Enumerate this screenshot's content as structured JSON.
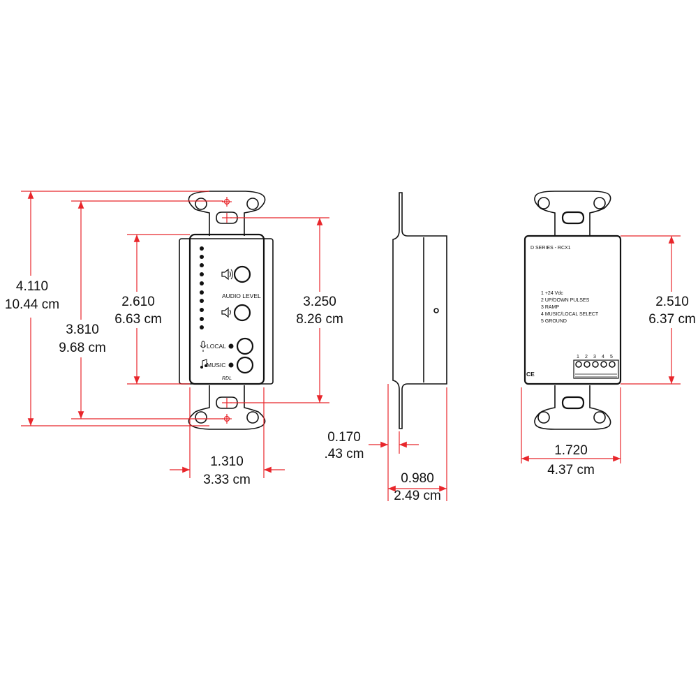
{
  "front_view": {
    "dim_overall_height": {
      "in": "4.110",
      "cm": "10.44 cm"
    },
    "dim_mount_spacing": {
      "in": "3.810",
      "cm": "9.68 cm"
    },
    "dim_plate_height": {
      "in": "2.610",
      "cm": "6.63 cm"
    },
    "dim_body_height": {
      "in": "3.250",
      "cm": "8.26 cm"
    },
    "dim_width": {
      "in": "1.310",
      "cm": "3.33 cm"
    },
    "label_audio_level": "AUDIO LEVEL",
    "label_local": "LOCAL",
    "label_music": "MUSIC",
    "brand": "RDL",
    "led_count": 10
  },
  "side_view": {
    "dim_flange": {
      "in": "0.170",
      "cm": ".43 cm"
    },
    "dim_depth": {
      "in": "0.980",
      "cm": "2.49 cm"
    }
  },
  "rear_view": {
    "model": "D SERIES - RCX1",
    "pins": [
      "1  +24 Vdc",
      "2  UP/DOWN PULSES",
      "3  RAMP",
      "4  MUSIC/LOCAL SELECT",
      "5  GROUND"
    ],
    "terminal_numbers": [
      "1",
      "2",
      "3",
      "4",
      "5"
    ],
    "ce_mark": "CE",
    "dim_height": {
      "in": "2.510",
      "cm": "6.37 cm"
    },
    "dim_width": {
      "in": "1.720",
      "cm": "4.37 cm"
    }
  }
}
